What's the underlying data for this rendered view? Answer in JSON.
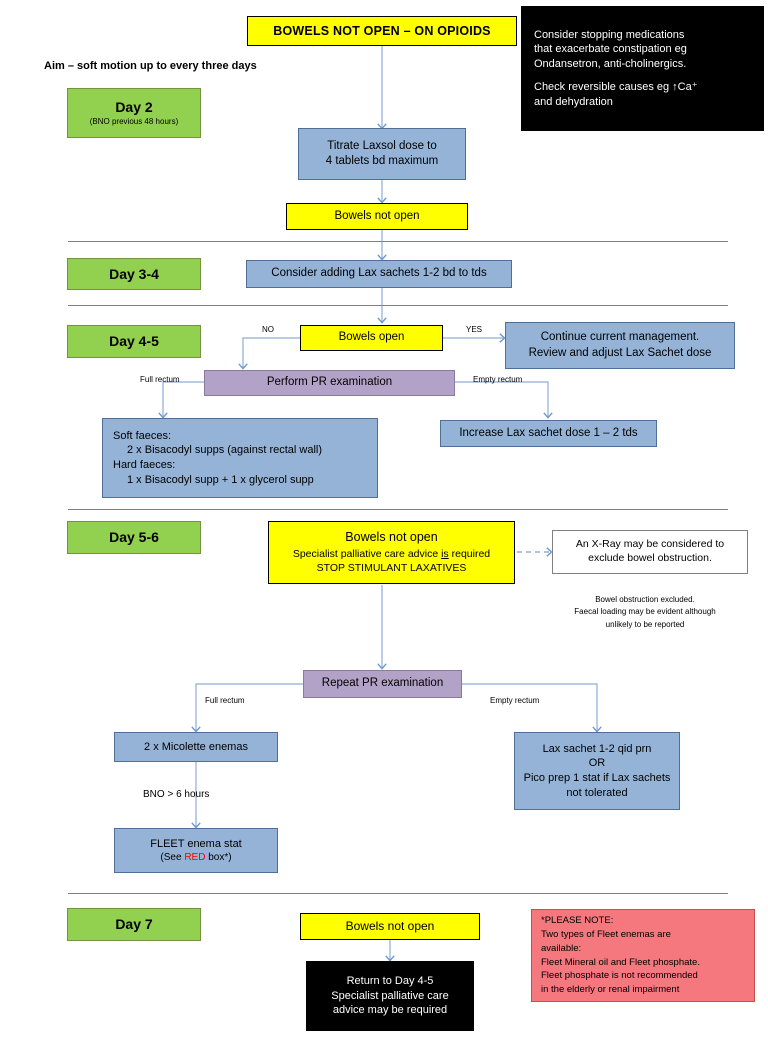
{
  "title": "Constipation management pathway - bowels not open on opioids",
  "colors": {
    "yellow": "#ffff00",
    "green": "#92d050",
    "blue": "#95b3d7",
    "purple": "#b3a2c7",
    "black": "#000000",
    "pink": "#f4787e",
    "red_text": "#ff0000",
    "arrow": "#4f81bd",
    "divider": "#7f7f7f"
  },
  "header": {
    "start_box": "BOWELS NOT OPEN – ON OPIOIDS",
    "aim_note": "Aim – soft motion up to every three days"
  },
  "black_note": {
    "line1": "Consider stopping medications",
    "line2": "that exacerbate constipation eg",
    "line3": "Ondansetron, anti-cholinergics.",
    "line4": "Check reversible causes eg ↑Ca⁺",
    "line5": "and dehydration"
  },
  "day2": {
    "label": "Day 2",
    "sub": "(BNO previous 48 hours)",
    "titrate": {
      "line1": "Titrate Laxsol dose to",
      "line2": "4 tablets bd maximum"
    },
    "bowels_not_open": "Bowels not open"
  },
  "day34": {
    "label": "Day 3-4",
    "consider": "Consider adding Lax sachets 1-2 bd to tds"
  },
  "day45": {
    "label": "Day 4-5",
    "bowels_open": "Bowels open",
    "no_label": "NO",
    "yes_label": "YES",
    "continue": {
      "line1": "Continue current management.",
      "line2": "Review and adjust Lax Sachet dose"
    },
    "pr_exam": "Perform PR examination",
    "full_rectum": "Full rectum",
    "empty_rectum": "Empty rectum",
    "faeces_box": {
      "line1": "Soft faeces:",
      "line2": "2 x Bisacodyl supps (against rectal wall)",
      "line3": "Hard faeces:",
      "line4": "1 x Bisacodyl supp + 1 x glycerol supp"
    },
    "increase_lax": "Increase Lax sachet dose 1 – 2 tds"
  },
  "day56": {
    "label": "Day 5-6",
    "bowels_box": {
      "line1": "Bowels  not open",
      "line2_pre": "Specialist palliative care advice ",
      "line2_em": "is",
      "line2_post": " required",
      "line3": "STOP STIMULANT LAXATIVES"
    },
    "xray_box": {
      "line1": "An X-Ray may be considered to",
      "line2": "exclude bowel obstruction."
    },
    "xray_note": {
      "line1": "Bowel obstruction excluded.",
      "line2": "Faecal loading may be evident although",
      "line3": "unlikely to be reported"
    },
    "repeat_pr": "Repeat PR examination",
    "full_rectum": "Full rectum",
    "empty_rectum": "Empty rectum",
    "micolette": "2 x Micolette enemas",
    "bno_6hours": "BNO > 6 hours",
    "fleet": {
      "line1": "FLEET enema stat",
      "line2_pre": "(See ",
      "line2_red": "RED",
      "line2_post": " box*)"
    },
    "lax_sachet_box": {
      "line1": "Lax sachet 1-2 qid prn",
      "line2": "OR",
      "line3": "Pico prep 1 stat if Lax sachets",
      "line4": "not tolerated"
    }
  },
  "day7": {
    "label": "Day 7",
    "bowels_not_open": "Bowels not open",
    "return_box": {
      "line1": "Return to Day 4-5",
      "line2": "Specialist palliative care",
      "line3": "advice may be required"
    },
    "please_note": {
      "line1": "*PLEASE NOTE:",
      "line2": "Two types of Fleet enemas are",
      "line3": "available:",
      "line4": "Fleet Mineral oil and Fleet phosphate.",
      "line5": "Fleet phosphate is not recommended",
      "line6": "in the elderly or renal impairment"
    }
  }
}
